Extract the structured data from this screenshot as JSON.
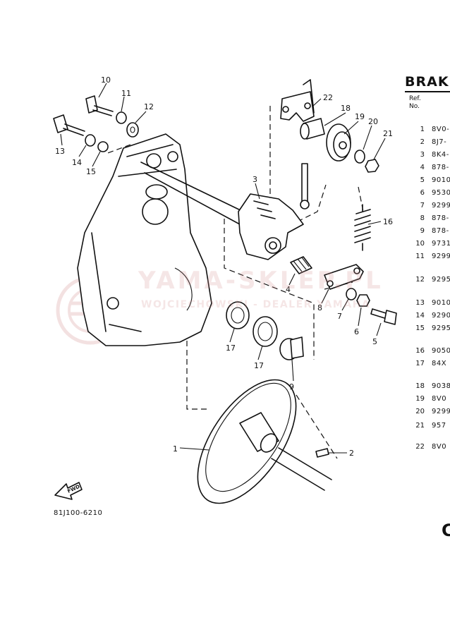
{
  "table": {
    "title": "BRAKE",
    "ref_header": "Ref.\nNo.",
    "rows": [
      {
        "ref": "1",
        "part": "8V0-"
      },
      {
        "ref": "2",
        "part": "8J7-"
      },
      {
        "ref": "3",
        "part": "8K4-"
      },
      {
        "ref": "4",
        "part": "878-"
      },
      {
        "ref": "5",
        "part": "9010"
      },
      {
        "ref": "6",
        "part": "9530"
      },
      {
        "ref": "7",
        "part": "9299"
      },
      {
        "ref": "8",
        "part": "878-"
      },
      {
        "ref": "9",
        "part": "878-"
      },
      {
        "ref": "10",
        "part": "9731"
      },
      {
        "ref": "11",
        "part": "9299"
      },
      {
        "ref": "12",
        "part": "9295"
      },
      {
        "ref": "13",
        "part": "9010"
      },
      {
        "ref": "14",
        "part": "9290"
      },
      {
        "ref": "15",
        "part": "9295"
      },
      {
        "ref": "16",
        "part": "9050"
      },
      {
        "ref": "17",
        "part": "84X"
      },
      {
        "ref": "18",
        "part": "9038"
      },
      {
        "ref": "19",
        "part": "8V0"
      },
      {
        "ref": "20",
        "part": "9299"
      },
      {
        "ref": "21",
        "part": "957"
      },
      {
        "ref": "22",
        "part": "8V0"
      }
    ]
  },
  "diagram": {
    "code": "81J100-6210",
    "fwd_label": "FWD",
    "callouts": [
      "1",
      "2",
      "3",
      "4",
      "5",
      "6",
      "7",
      "8",
      "9",
      "10",
      "11",
      "12",
      "13",
      "14",
      "15",
      "16",
      "17",
      "17",
      "18",
      "19",
      "20",
      "21",
      "22"
    ]
  },
  "watermark": {
    "brand": "YAMA-SKLEP.PL",
    "sub": "WOJCIECHOWSKI - DEALER YAMAHA"
  },
  "page_letter": "C",
  "colors": {
    "ink": "#111111",
    "watermark": "#d28c8c"
  }
}
